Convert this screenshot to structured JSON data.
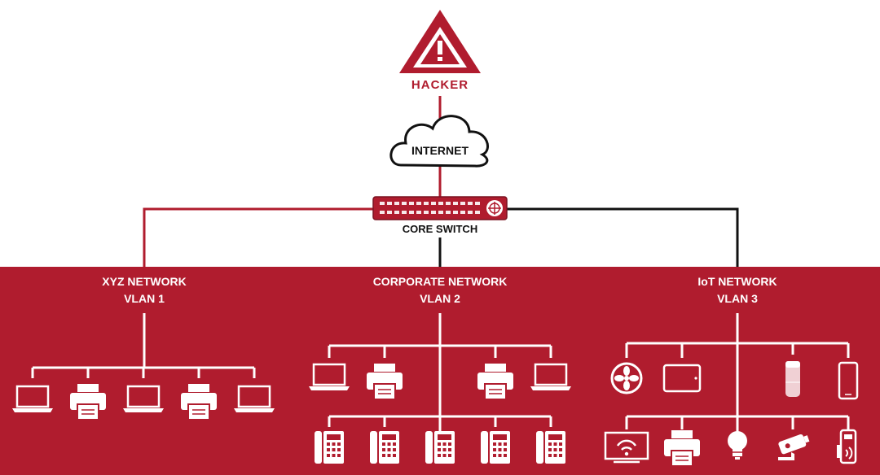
{
  "hacker": {
    "label": "HACKER",
    "icon": "warning-triangle-icon"
  },
  "internet": {
    "label": "INTERNET",
    "icon": "cloud-icon"
  },
  "core_switch": {
    "label": "CORE SWITCH",
    "icon": "switch-icon"
  },
  "networks": [
    {
      "name": "XYZ NETWORK",
      "vlan": "VLAN 1",
      "devices": [
        "laptop-icon",
        "printer-icon",
        "laptop-icon",
        "printer-icon",
        "laptop-icon"
      ]
    },
    {
      "name": "CORPORATE NETWORK",
      "vlan": "VLAN 2",
      "devices_top": [
        "laptop-icon",
        "printer-icon",
        "printer-icon",
        "laptop-icon"
      ],
      "devices_bottom": [
        "desk-phone-icon",
        "desk-phone-icon",
        "desk-phone-icon",
        "desk-phone-icon",
        "desk-phone-icon"
      ]
    },
    {
      "name": "IoT NETWORK",
      "vlan": "VLAN 3",
      "devices_top": [
        "fan-icon",
        "tablet-icon",
        "smart-speaker-icon",
        "smartphone-icon"
      ],
      "devices_bottom": [
        "smart-tv-icon",
        "printer-icon",
        "light-bulb-icon",
        "security-camera-icon",
        "card-reader-icon"
      ]
    }
  ],
  "colors": {
    "brand_red": "#b01c2e",
    "link_black": "#111111",
    "white": "#ffffff"
  }
}
